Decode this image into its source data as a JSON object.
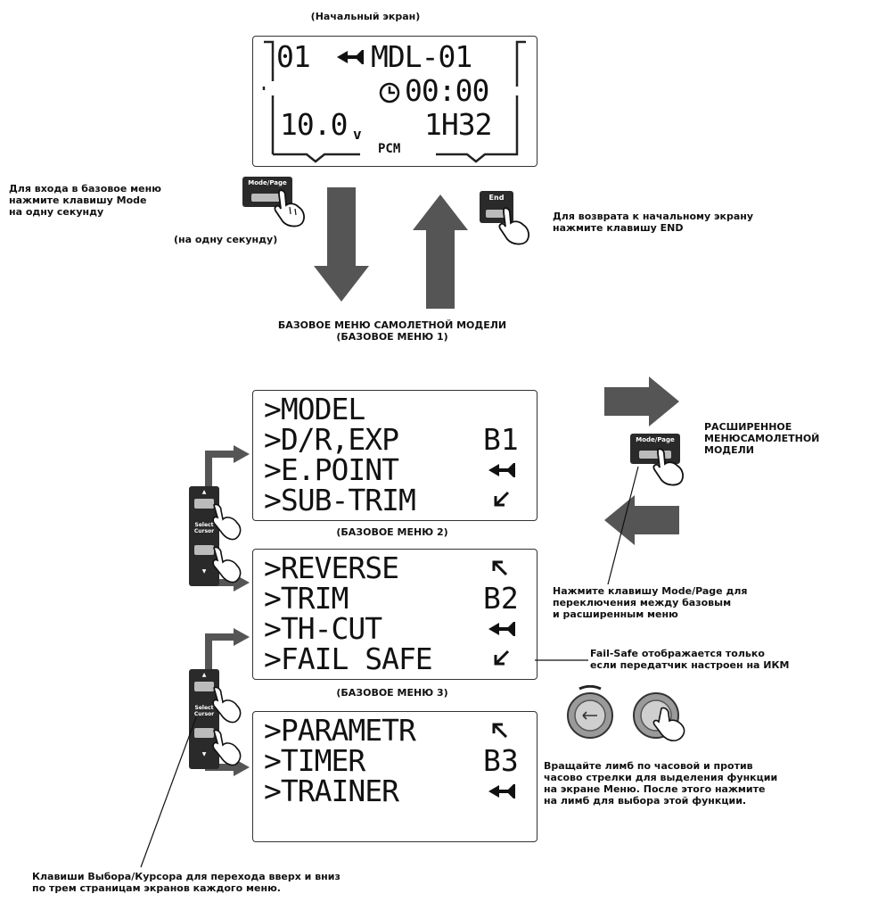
{
  "home": {
    "caption": "(Начальный экран)",
    "line1": "01",
    "line1_model": "MDL-01",
    "line2": "00:00",
    "line3_left": "10.0",
    "line3_unit": "v",
    "line3_right": "1H32",
    "mode": "PCM"
  },
  "left_instruction": {
    "line1": "Для входа в базовое меню",
    "line2": "нажмите клавишу Mode",
    "line3": "на одну секунду"
  },
  "mode_key_label": "Mode/Page",
  "end_key_label": "End",
  "one_second": "(на одну секунду)",
  "right_instruction": {
    "line1": "Для возврата к начальному экрану",
    "line2": "нажмите клавишу END"
  },
  "basic_title": {
    "line1": "БАЗОВОЕ МЕНЮ САМОЛЕТНОЙ МОДЕЛИ",
    "line2": "(БАЗОВОЕ МЕНЮ 1)"
  },
  "menu1": {
    "items": [
      ">MODEL",
      ">D/R,EXP",
      ">E.POINT",
      ">SUB-TRIM"
    ],
    "page": "B1"
  },
  "menu2_caption": "(БАЗОВОЕ МЕНЮ 2)",
  "menu2": {
    "items": [
      ">REVERSE",
      ">TRIM",
      ">TH-CUT",
      ">FAIL SAFE"
    ],
    "page": "B2"
  },
  "menu3_caption": "(БАЗОВОЕ МЕНЮ 3)",
  "menu3": {
    "items": [
      ">PARAMETR",
      ">TIMER",
      ">TRAINER"
    ],
    "page": "B3"
  },
  "extended": {
    "line1": "РАСШИРЕННОЕ",
    "line2": "МЕНЮСАМОЛЕТНОЙ",
    "line3": "МОДЕЛИ"
  },
  "mode_page_note": {
    "line1": "Нажмите клавишу Mode/Page для",
    "line2": "переключения между базовым",
    "line3": "и расширенным меню"
  },
  "failsafe_note": {
    "line1": "Fail-Safe отображается только",
    "line2": "если передатчик настроен на ИКМ"
  },
  "dial_note": {
    "line1": "Вращайте лимб по часовой и против",
    "line2": "часово стрелки для выделения функции",
    "line3": "на экране Меню. После этого нажмите",
    "line4": "на лимб для выбора этой функции."
  },
  "select_key_label": "Select Cursor",
  "bottom_note": {
    "line1": "Клавиши Выбора/Курсора для перехода вверх и вниз",
    "line2": "по трем страницам экранов каждого меню."
  }
}
